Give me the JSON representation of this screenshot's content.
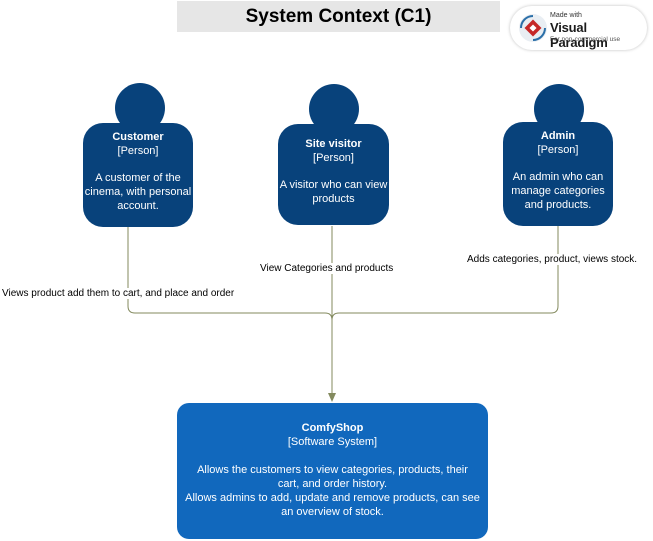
{
  "title": "System Context (C1)",
  "watermark": {
    "line1": "Made with",
    "brand": "Visual Paradigm",
    "line3": "For non-commercial use"
  },
  "persons": [
    {
      "name": "Customer",
      "type": "[Person]",
      "description": "A customer of the cinema, with personal account."
    },
    {
      "name": "Site visitor",
      "type": "[Person]",
      "description": "A visitor who can view products"
    },
    {
      "name": "Admin",
      "type": "[Person]",
      "description": "An admin who can manage categories and products."
    }
  ],
  "system": {
    "name": "ComfyShop",
    "type": "[Software System]",
    "description_1": "Allows the customers to view categories, products, their cart, and order history.",
    "description_2": "Allows admins to add, update and remove products, can see an overview of stock."
  },
  "relationships": [
    {
      "label": "Views product add them to cart, and place and order"
    },
    {
      "label": "View Categories and products"
    },
    {
      "label": "Adds categories, product, views stock."
    }
  ],
  "colors": {
    "person": "#08427b",
    "system": "#1168bd",
    "connector": "#838a5e",
    "title_bg": "#e6e6e6"
  }
}
